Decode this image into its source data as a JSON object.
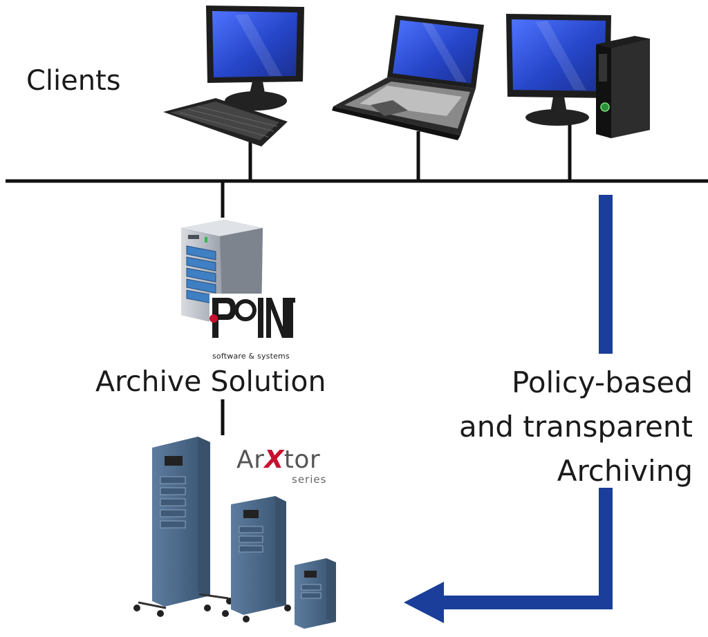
{
  "clients": {
    "label": "Clients"
  },
  "archive": {
    "label": "Archive Solution"
  },
  "point_logo": {
    "wordmark": "POINT",
    "tagline": "software & systems"
  },
  "arxtor_logo": {
    "prefix": "Ar",
    "x": "X",
    "suffix": "tor",
    "series": "series"
  },
  "policy": {
    "lines": [
      "Policy-based",
      "and transparent",
      "Archiving"
    ]
  },
  "colors": {
    "network_line": "#111111",
    "arrow": "#1a3e9a",
    "monitor_screen": "#2a4fd0",
    "storage_unit": "#4c6a8c"
  },
  "icons": [
    "desktop-computer-icon",
    "laptop-icon",
    "tower-pc-icon",
    "server-icon",
    "storage-system-icon"
  ]
}
